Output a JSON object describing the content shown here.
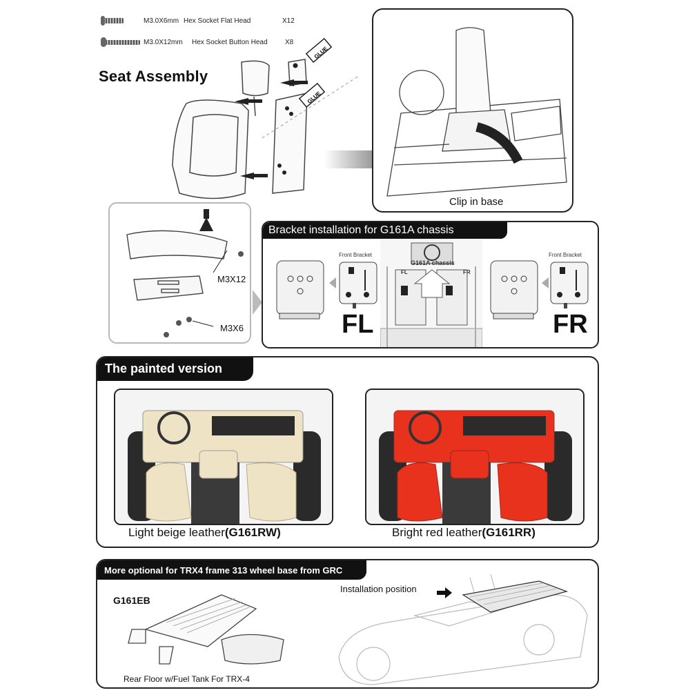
{
  "parts": [
    {
      "spec": "M3.0X6mm",
      "name": "Hex Socket Flat Head",
      "qty": "X12"
    },
    {
      "spec": "M3.0X12mm",
      "name": "Hex Socket Button Head",
      "qty": "X8"
    }
  ],
  "glue_label": "GLUE",
  "seat_assembly_title": "Seat Assembly",
  "clip_in_base_label": "Clip in base",
  "bracket": {
    "title": "Bracket installation for G161A chassis",
    "front_bracket_label": "Front Bracket",
    "chassis_label": "G161A chassis",
    "fl_small": "FL",
    "fr_small": "FR",
    "fl_big": "FL",
    "fr_big": "FR"
  },
  "detail": {
    "m3x12": "M3X12",
    "m3x6": "M3X6"
  },
  "painted": {
    "title": "The painted version",
    "beige_caption_text": "Light beige leather",
    "beige_caption_code": "(G161RW)",
    "red_caption_text": "Bright red leather",
    "red_caption_code": "(G161RR)"
  },
  "optional": {
    "title": "More optional for TRX4 frame 313 wheel base from GRC",
    "part_code": "G161EB",
    "part_caption": "Rear Floor w/Fuel Tank For TRX-4",
    "install_label": "Installation position"
  },
  "colors": {
    "beige": "#efe3c6",
    "red": "#e8321e",
    "dark": "#111111"
  }
}
